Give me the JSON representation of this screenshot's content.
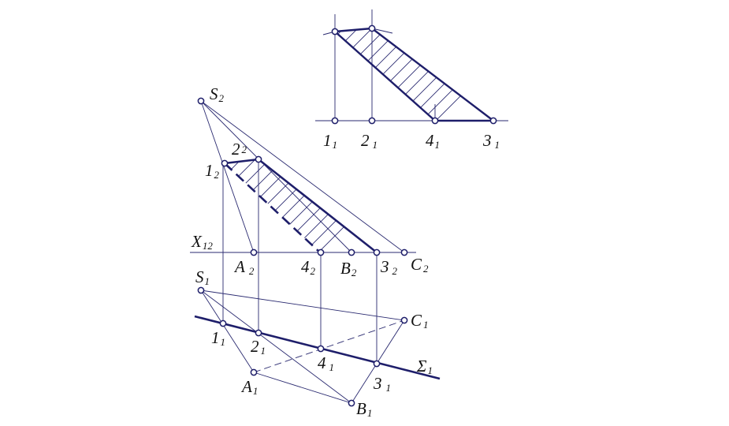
{
  "colors": {
    "line": "#2a2a70",
    "heavy": "#1e1e6a",
    "point_fill": "#ffffff",
    "text": "#111111"
  },
  "labels": {
    "top_1": {
      "main": "1",
      "sub": "1"
    },
    "top_2": {
      "main": "2",
      "sub": "1"
    },
    "top_4": {
      "main": "4",
      "sub": "1"
    },
    "top_3": {
      "main": "3",
      "sub": "1"
    },
    "S2": {
      "main": "S",
      "sub": "2"
    },
    "p1_2": {
      "main": "1",
      "sub": "2"
    },
    "p2_2": {
      "main": "2",
      "sub": "2"
    },
    "X12": {
      "main": "X",
      "sub": "12"
    },
    "A2": {
      "main": "A",
      "sub": "2"
    },
    "p4_2": {
      "main": "4",
      "sub": "2"
    },
    "B2": {
      "main": "B",
      "sub": "2"
    },
    "p3_2": {
      "main": "3",
      "sub": "2"
    },
    "C2": {
      "main": "C",
      "sub": "2"
    },
    "S1": {
      "main": "S",
      "sub": "1"
    },
    "C1": {
      "main": "C",
      "sub": "1"
    },
    "p1_1": {
      "main": "1",
      "sub": "1"
    },
    "p2_1": {
      "main": "2",
      "sub": "1"
    },
    "p4_1": {
      "main": "4",
      "sub": "1"
    },
    "Sigma1": {
      "main": "Σ",
      "sub": "1"
    },
    "A1": {
      "main": "A",
      "sub": "1"
    },
    "p3_1": {
      "main": "3",
      "sub": "1"
    },
    "B1": {
      "main": "B",
      "sub": "1"
    }
  }
}
